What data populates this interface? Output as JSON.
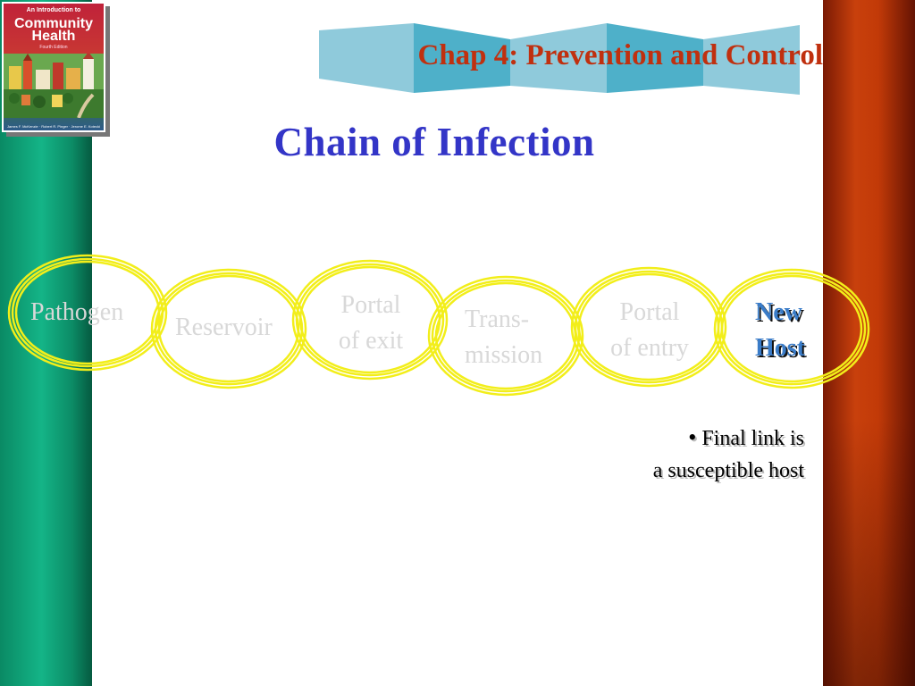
{
  "book": {
    "line1": "An Introduction to",
    "line2": "Community",
    "line3": "Health",
    "edition": "Fourth Edition",
    "authors": "James F. McKenzie · Robert R. Pinger · Jerome E. Kotecki"
  },
  "header": {
    "banner_title": "Chap 4: Prevention and Control"
  },
  "slide": {
    "title": "Chain of Infection"
  },
  "chain": {
    "links": [
      {
        "line1": "Pathogen",
        "line2": ""
      },
      {
        "line1": "Reservoir",
        "line2": ""
      },
      {
        "line1": "Portal",
        "line2": "of exit"
      },
      {
        "line1": "Trans-",
        "line2": "mission"
      },
      {
        "line1": "Portal",
        "line2": "of entry"
      },
      {
        "line1": "New",
        "line2": "Host"
      }
    ]
  },
  "note": {
    "bullet": "•",
    "line1": "Final link is",
    "line2": "a susceptible host"
  },
  "colors": {
    "title_blue": "#3335c7",
    "banner_red": "#c0300f",
    "ring_yellow": "#f2ee1a",
    "new_host_blue": "#3a7cc8",
    "left_bar_green": "#14b487",
    "right_bar_red": "#c8400c"
  }
}
